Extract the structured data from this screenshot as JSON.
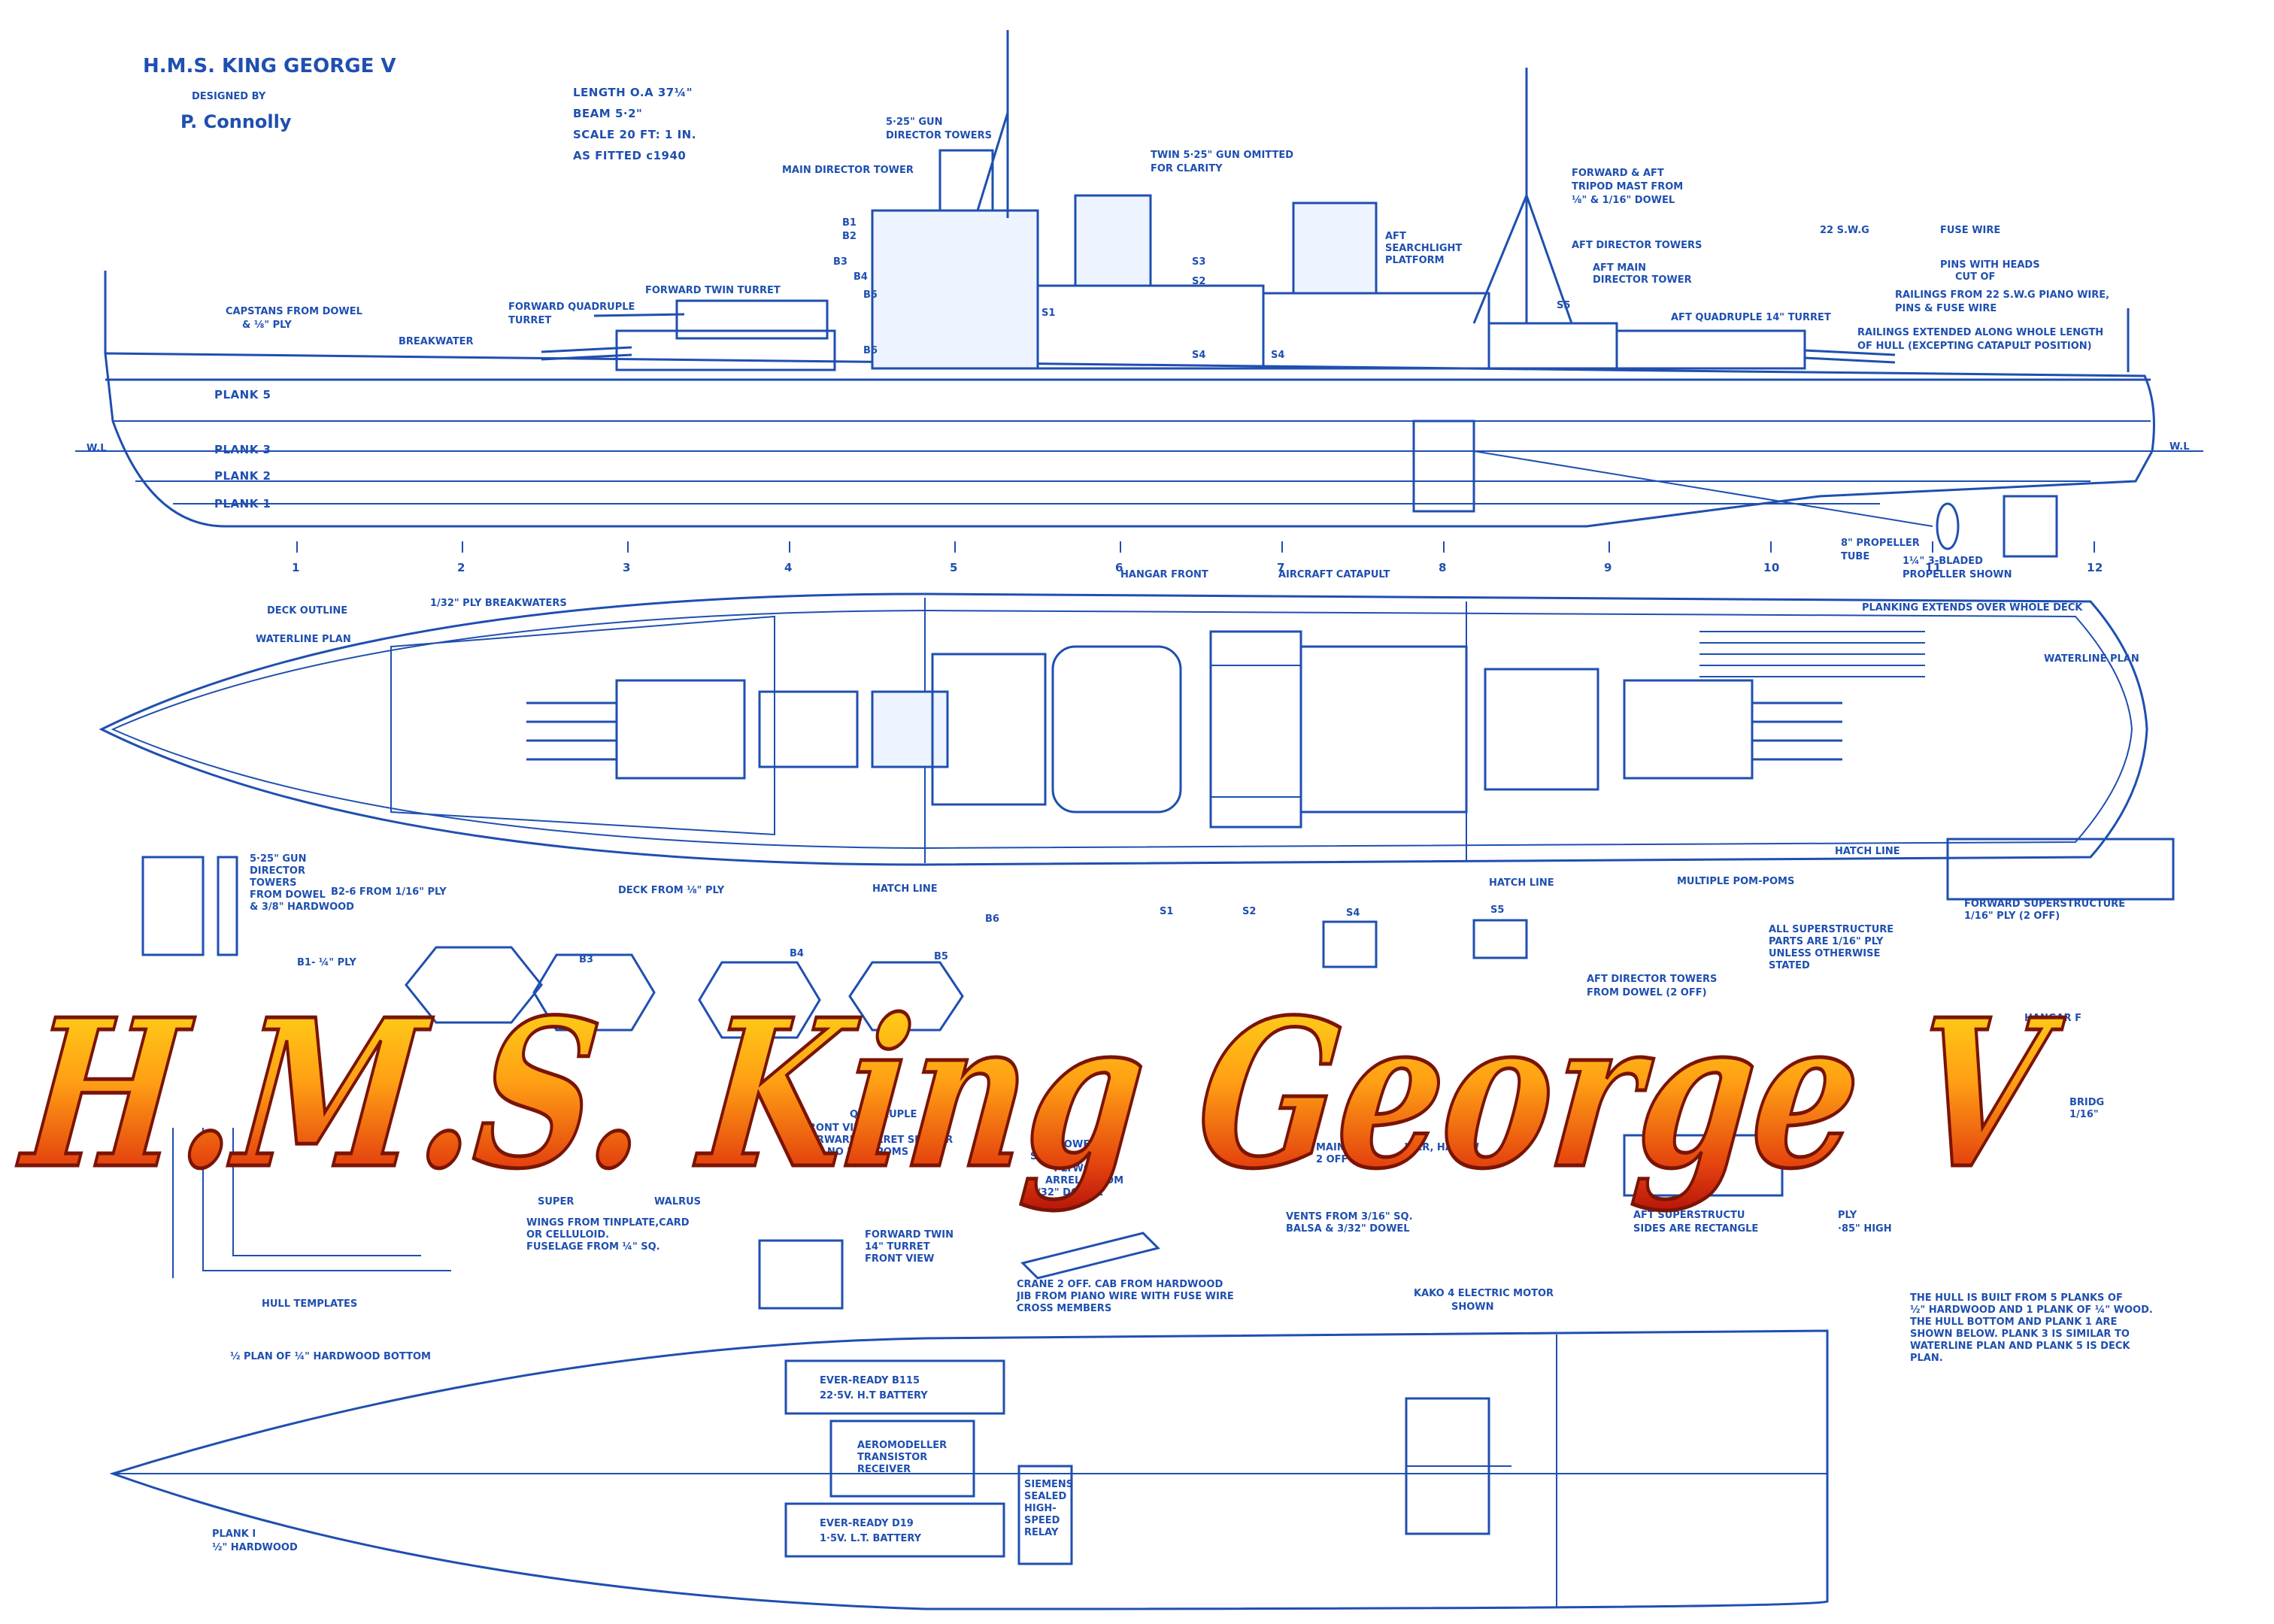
{
  "header": {
    "title": "H.M.S. KING GEORGE V",
    "designed_by": "DESIGNED BY",
    "designer": "P. Connolly",
    "length": "LENGTH O.A 37¼\"",
    "beam": "BEAM 5·2\"",
    "scale": "SCALE 20 FT: 1 IN.",
    "fitted": "AS FITTED c1940"
  },
  "profile": {
    "planks": [
      "PLANK 5",
      "PLANK 3",
      "PLANK 2",
      "PLANK 1"
    ],
    "wl": "W.L",
    "stations": [
      "1",
      "2",
      "3",
      "4",
      "5",
      "6",
      "7",
      "8",
      "9",
      "10",
      "11",
      "12"
    ],
    "labels": {
      "capstans": "CAPSTANS FROM DOWEL",
      "capstans2": "& ⅛\" PLY",
      "breakwater": "BREAKWATER",
      "fwd_quad": "FORWARD QUADRUPLE",
      "fwd_quad2": "TURRET",
      "fwd_twin": "FORWARD TWIN TURRET",
      "main_dir": "MAIN DIRECTOR TOWER",
      "gun_dir": "5·25\" GUN",
      "gun_dir2": "DIRECTOR TOWERS",
      "twin_omit": "TWIN 5·25\" GUN OMITTED",
      "twin_omit2": "FOR CLARITY",
      "aft_search": "AFT",
      "aft_search2": "SEARCHLIGHT",
      "aft_search3": "PLATFORM",
      "tripod": "FORWARD & AFT",
      "tripod2": "TRIPOD MAST FROM",
      "tripod3": "⅛\" & 1/16\" DOWEL",
      "aft_dir": "AFT DIRECTOR TOWERS",
      "aft_main": "AFT MAIN",
      "aft_main2": "DIRECTOR TOWER",
      "aft_quad": "AFT QUADRUPLE 14\" TURRET",
      "swg": "22 S.W.G",
      "fuse": "FUSE WIRE",
      "pins": "PINS WITH HEADS",
      "pins2": "CUT OF",
      "rail1": "RAILINGS FROM 22 S.W.G PIANO WIRE,",
      "rail2": "PINS & FUSE WIRE",
      "rail3": "RAILINGS EXTENDED ALONG WHOLE LENGTH",
      "rail4": "OF HULL (EXCEPTING CATAPULT POSITION)",
      "prop_tube": "8\" PROPELLER",
      "prop_tube2": "TUBE",
      "prop": "1¼\" 3-BLADED",
      "prop2": "PROPELLER SHOWN",
      "b_marks": [
        "B1",
        "B2",
        "B3",
        "B4",
        "B5",
        "B6"
      ],
      "s_marks": [
        "S1",
        "S2",
        "S3",
        "S4",
        "S4",
        "S5"
      ]
    }
  },
  "deck": {
    "deck_outline": "DECK OUTLINE",
    "waterline": "WATERLINE PLAN",
    "breakwaters": "1/32\" PLY BREAKWATERS",
    "hangar": "HANGAR FRONT",
    "catapult": "AIRCRAFT CATAPULT",
    "planking": "PLANKING EXTENDS OVER WHOLE DECK",
    "waterline2": "WATERLINE PLAN",
    "deck_from": "DECK FROM ⅛\" PLY",
    "hatch1": "HATCH LINE",
    "hatch2": "HATCH LINE",
    "hatch3": "HATCH LINE",
    "pompoms": "MULTIPLE POM-POMS"
  },
  "parts": {
    "gun_tow1": "5·25\" GUN",
    "gun_tow2": "DIRECTOR",
    "gun_tow3": "TOWERS",
    "gun_tow4": "FROM DOWEL",
    "gun_tow5": "& 3/8\" HARDWOOD",
    "b26": "B2-6 FROM 1/16\" PLY",
    "b1": "B1- ¼\" PLY",
    "b3": "B3",
    "b4": "B4",
    "b5": "B5",
    "b6": "B6",
    "s1": "S1",
    "s2": "S2",
    "s4": "S4",
    "s5": "S5",
    "aft_dir": "AFT DIRECTOR TOWERS",
    "aft_dir2": "FROM DOWEL (2 OFF)",
    "all_sup": "ALL SUPERSTRUCTURE",
    "all_sup2": "PARTS ARE 1/16\" PLY",
    "all_sup3": "UNLESS OTHERWISE",
    "all_sup4": "STATED",
    "fwd_sup": "FORWARD SUPERSTRUCTURE",
    "fwd_sup2": "1/16\" PLY (2 OFF)",
    "hangar": "HANGAR F",
    "bridge": "BRIDG",
    "bridge2": "1/16\"",
    "main": "MAIN",
    "main2": "2 OFF",
    "tower": "WER, HARDW",
    "quad1": "QUADRUPLE",
    "quad2": "FRONT VIEW",
    "quad3": "FORWARD TURRET SIMILAR",
    "quad4": "BUT NO POM-POMS",
    "dowel1": "3/4\" DOWEL",
    "dowel2": "SHOWN. BAS",
    "dowel3": "\" PLYWOOD",
    "dowel4": "ARRELS FROM",
    "dowel5": "3/32\" DOWEL",
    "vents": "VENTS FROM 3/16\" SQ.",
    "vents2": "BALSA & 3/32\" DOWEL",
    "aft_sup": "AFT SUPERSTRUCTU",
    "aft_sup2": "SIDES ARE RECTANGLE",
    "aft_sup3": "PLY",
    "aft_sup4": "·85\" HIGH",
    "walrus": "SUPER",
    "walrus2": "WALRUS",
    "wings": "WINGS FROM TINPLATE,CARD",
    "wings2": "OR CELLULOID.",
    "wings3": "FUSELAGE FROM ¼\" SQ.",
    "fwd_twin": "FORWARD TWIN",
    "fwd_twin2": "14\" TURRET",
    "fwd_twin3": "FRONT VIEW",
    "crane": "CRANE 2 OFF. CAB FROM HARDWOOD",
    "crane2": "JIB FROM PIANO WIRE WITH FUSE WIRE",
    "crane3": "CROSS MEMBERS",
    "hull_tmpl": "HULL TEMPLATES",
    "hull_note": "THE HULL IS BUILT FROM 5 PLANKS OF",
    "hull_note2": "½\" HARDWOOD AND 1 PLANK OF ¼\" WOOD.",
    "hull_note3": "THE HULL BOTTOM AND PLANK 1 ARE",
    "hull_note4": "SHOWN BELOW. PLANK 3 IS SIMILAR TO",
    "hull_note5": "WATERLINE PLAN AND PLANK 5 IS DECK",
    "hull_note6": "PLAN."
  },
  "bottom": {
    "half_plan": "½ PLAN OF ¼\" HARDWOOD BOTTOM",
    "battery1": "EVER-READY B115",
    "battery1b": "22·5V. H.T BATTERY",
    "receiver": "AEROMODELLER",
    "receiver2": "TRANSISTOR",
    "receiver3": "RECEIVER",
    "battery2": "EVER-READY D19",
    "battery2b": "1·5V. L.T. BATTERY",
    "relay": "SIEMENS",
    "relay2": "SEALED",
    "relay3": "HIGH-",
    "relay4": "SPEED",
    "relay5": "RELAY",
    "motor": "KAKO 4 ELECTRIC MOTOR",
    "motor2": "SHOWN",
    "plank1": "PLANK I",
    "plank1b": "½\" HARDWOOD"
  },
  "overlay_title": "H.M.S. King George V",
  "colors": {
    "line": "#1f4fb0",
    "title_top": "#ffd21a",
    "title_mid": "#ff8a12",
    "title_bottom": "#c8180c"
  }
}
